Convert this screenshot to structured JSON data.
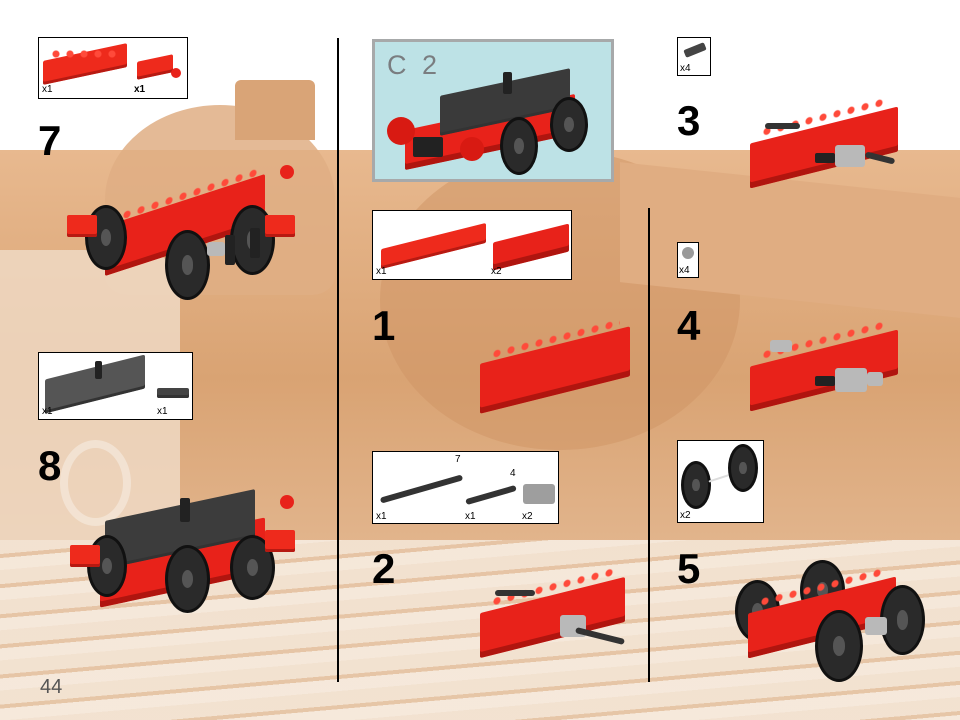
{
  "page": {
    "number": "44",
    "colors": {
      "brick_red": "#e8221a",
      "submodel_bg": "#bde2e6",
      "submodel_border": "#a7a9aa",
      "background_sepia": "#d9a373",
      "divider": "#000000"
    }
  },
  "submodel": {
    "label": "C 2"
  },
  "steps": [
    {
      "number": "1",
      "parts": [
        {
          "name": "plate-2x8-red",
          "qty": "x1"
        },
        {
          "name": "technic-brick-1x6-red",
          "qty": "x2"
        }
      ]
    },
    {
      "number": "2",
      "parts": [
        {
          "name": "technic-axle-7",
          "qty": "x1",
          "size": "7"
        },
        {
          "name": "technic-axle-4",
          "qty": "x1",
          "size": "4"
        },
        {
          "name": "technic-axle-pin-connector-grey",
          "qty": "x2"
        }
      ]
    },
    {
      "number": "3",
      "parts": [
        {
          "name": "technic-pin-black",
          "qty": "x4"
        }
      ]
    },
    {
      "number": "4",
      "parts": [
        {
          "name": "bush-light-grey",
          "qty": "x4"
        }
      ]
    },
    {
      "number": "5",
      "parts": [
        {
          "name": "train-wheel-set",
          "qty": "x2"
        }
      ]
    },
    {
      "number": "7",
      "parts": [
        {
          "name": "plate-2x6-red",
          "qty": "x1"
        },
        {
          "name": "plate-with-towball-red",
          "qty": "x1"
        }
      ]
    },
    {
      "number": "8",
      "parts": [
        {
          "name": "plate-4x6-dark-grey-with-pin",
          "qty": "x1"
        },
        {
          "name": "tile-grille-1x2",
          "qty": "x1"
        }
      ]
    }
  ]
}
